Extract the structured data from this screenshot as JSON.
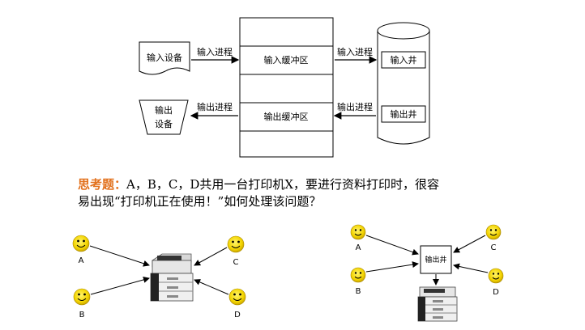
{
  "spool_diagram": {
    "input_device": "输入设备",
    "output_device_line1": "输出",
    "output_device_line2": "设备",
    "input_process_left": "输入进程",
    "output_process_left": "输出进程",
    "input_buffer": "输入缓冲区",
    "output_buffer": "输出缓冲区",
    "input_process_right": "输入进程",
    "output_process_right": "输出进程",
    "input_well": "输入井",
    "output_well": "输出井"
  },
  "question": {
    "prefix": "思考题：",
    "line1": "A，B，C，D共用一台打印机X，要进行资料打印时，很容",
    "line2": "易出现“打印机正在使用！”如何处理该问题？"
  },
  "left_scenario": {
    "users": [
      "A",
      "B",
      "C",
      "D"
    ]
  },
  "right_scenario": {
    "users": [
      "A",
      "B",
      "C",
      "D"
    ],
    "center_box": "输出井"
  }
}
